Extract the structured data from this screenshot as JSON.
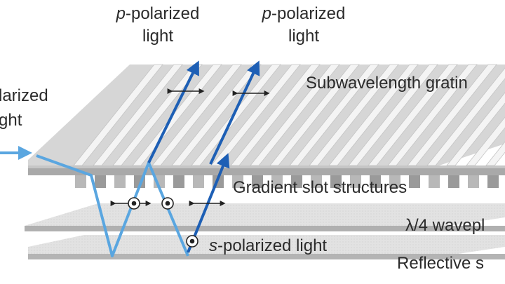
{
  "colors": {
    "light_blue": "#5aa6e0",
    "dark_blue": "#1d5fb5",
    "plate_top": "#dcdcdc",
    "plate_front": "#a8a8a8",
    "ridge": "#f4f4f4",
    "text": "#2b2b2b"
  },
  "labels": {
    "top_left_p_prefix": "p",
    "top_left_p_suffix": "-polarized",
    "top_left_light": "light",
    "top_right_p_prefix": "p",
    "top_right_p_suffix": "-polarized",
    "top_right_light": "light",
    "left_polarized": "larized",
    "left_light": "ght",
    "subwavelength": "Subwavelength gratin",
    "gradient_slots": "Gradient slot structures",
    "waveplate": "λ/4 wavepl",
    "s_prefix": "s",
    "s_suffix": "-polarized light",
    "reflective": "Reflective s"
  },
  "icons": [
    "double-arrow-icon",
    "polarization-dot-icon"
  ]
}
